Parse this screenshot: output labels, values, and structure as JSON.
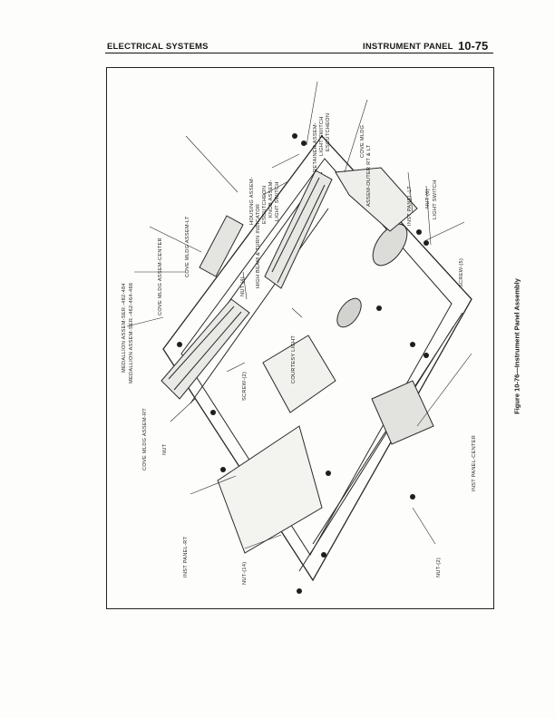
{
  "header": {
    "section": "ELECTRICAL SYSTEMS",
    "subsection": "INSTRUMENT PANEL",
    "page_number": "10-75"
  },
  "figure": {
    "caption": "Figure 10-76—Instrument Panel Assembly",
    "callouts": {
      "medallion_1": "MEDALLION ASSEM-SER.-482-484",
      "medallion_2": "MEDALLION ASSEM-SER.-462-464-466",
      "cove_center": "COVE MLDG ASSEM-CENTER",
      "cove_lt": "COVE MLDG ASSEM-LT",
      "housing": "HOUSING ASSEM-",
      "high_beam": "HIGH BEAM & TURN INDICATOR",
      "escutcheon": "ESCUTCHEON",
      "knob": "KNOB ASSEM-",
      "light_switch_a": "LIGHT SWITCH",
      "retainer": "RETAINER ASSEM-",
      "light_switch_b": "LIGHT SWITCH",
      "escutcheon_b": "ESCUTCHEON",
      "cove_outer_1": "COVE MLDG",
      "cove_outer_2": "ASSEM-OUTER RT & LT",
      "inst_panel_lt": "INST PANEL-LT",
      "nut_6": "NUT (6)",
      "light_switch_c": "LIGHT SWITCH",
      "screw_5": "SCREW-(5)",
      "nut_4a": "NUT (4)",
      "courtesy_light": "COURTESY LIGHT",
      "cove_rt": "COVE MLDG ASSEM-RT",
      "screw_2": "SCREW-(2)",
      "nut": "NUT",
      "inst_panel_center": "INST PANEL-CENTER",
      "inst_panel_rt": "INST PANEL-RT",
      "nut_14": "NUT-(14)",
      "nut_2": "NUT-(2)"
    }
  }
}
